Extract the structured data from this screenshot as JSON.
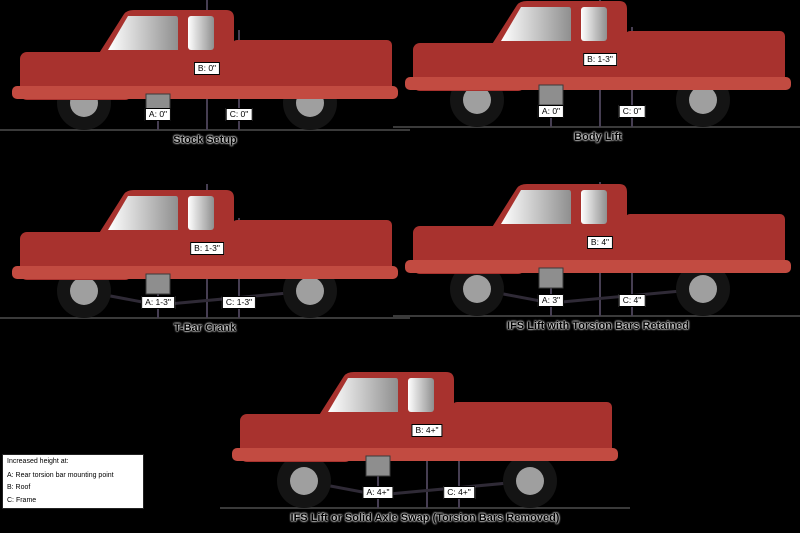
{
  "colors": {
    "background": "#000000",
    "truck_body": "#a8322e",
    "truck_accent": "#c24b41",
    "tire": "#141414",
    "wheel_hub": "#9f9f9f",
    "window_light": "#ffffff",
    "window_dark": "#8f8f8f",
    "measure_line": "#463e52",
    "ground_line": "#3a3a3a",
    "label_bg": "#ffffff",
    "label_text": "#000000"
  },
  "legend": {
    "title": "Increased height at:",
    "items": [
      "A: Rear torsion bar mounting point",
      "B: Roof",
      "C: Frame"
    ]
  },
  "trucks": [
    {
      "caption": "Stock Setup",
      "labels": {
        "a": "A: 0\"",
        "b": "B: 0\"",
        "c": "C: 0\""
      }
    },
    {
      "caption": "Body Lift",
      "labels": {
        "a": "A: 0\"",
        "b": "B: 1-3\"",
        "c": "C: 0\""
      }
    },
    {
      "caption": "T-Bar Crank",
      "labels": {
        "a": "A: 1-3\"",
        "b": "B: 1-3\"",
        "c": "C: 1-3\""
      }
    },
    {
      "caption": "IFS Lift with Torsion Bars Retained",
      "labels": {
        "a": "A: 3\"",
        "b": "B: 4\"",
        "c": "C: 4\""
      }
    },
    {
      "caption": "IFS Lift or Solid Axle Swap (Torsion Bars Removed)",
      "labels": {
        "a": "A: 4+\"",
        "b": "B: 4+\"",
        "c": "C: 4+\""
      }
    }
  ]
}
